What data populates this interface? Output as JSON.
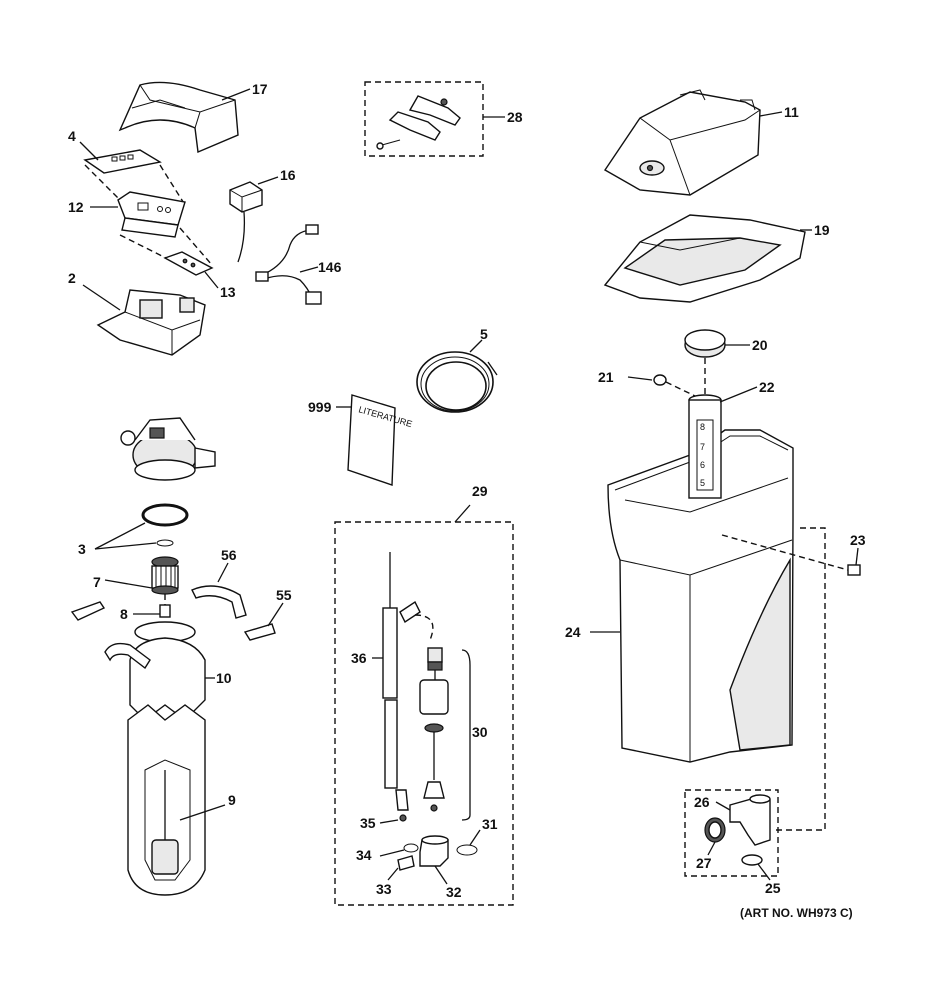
{
  "diagram": {
    "art_number": "(ART NO. WH973 C)",
    "literature_label": "LITERATURE",
    "gauge_marks": [
      "8",
      "7",
      "6",
      "5"
    ],
    "callouts": {
      "c17": "17",
      "c4": "4",
      "c12": "12",
      "c2": "2",
      "c13": "13",
      "c16": "16",
      "c146": "146",
      "c28": "28",
      "c11": "11",
      "c19": "19",
      "c20": "20",
      "c21": "21",
      "c22": "22",
      "c5": "5",
      "c999": "999",
      "c29": "29",
      "c3": "3",
      "c7": "7",
      "c56": "56",
      "c55": "55",
      "c8": "8",
      "c10": "10",
      "c9": "9",
      "c36": "36",
      "c30": "30",
      "c35": "35",
      "c31": "31",
      "c34": "34",
      "c33": "33",
      "c32": "32",
      "c23": "23",
      "c24": "24",
      "c26": "26",
      "c27": "27",
      "c25": "25"
    }
  }
}
